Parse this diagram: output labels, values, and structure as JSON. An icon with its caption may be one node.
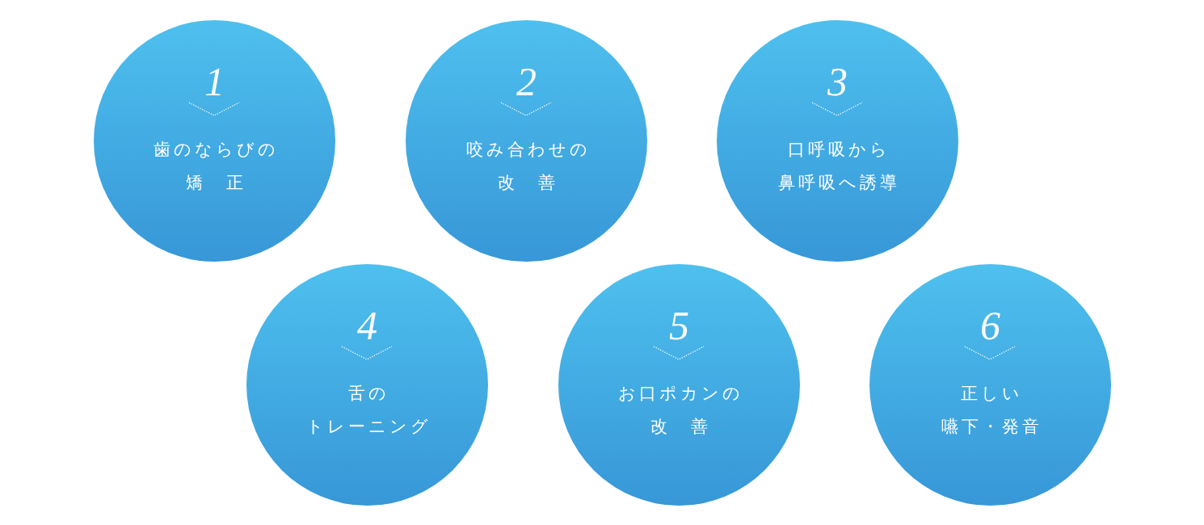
{
  "diagram": {
    "nodes": [
      {
        "text": [
          "1",
          "歯のならびの矯　正"
        ]
      },
      {
        "text": [
          "2",
          "咬み合わせの改　善"
        ]
      },
      {
        "text": [
          "3",
          "口呼吸から鼻呼吸へ誘導"
        ]
      },
      {
        "text": [
          "4",
          "舌のトレーニング"
        ]
      },
      {
        "text": [
          "5",
          "お口ポカンの改　善"
        ]
      },
      {
        "text": [
          "6",
          "正しい嚥下・発音"
        ]
      }
    ]
  }
}
